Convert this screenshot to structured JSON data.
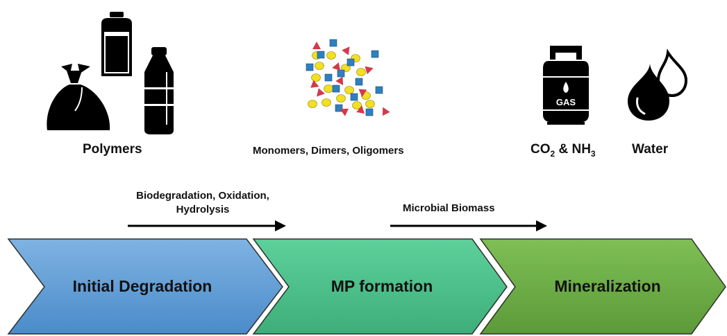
{
  "top_labels": {
    "polymers": "Polymers",
    "monomers": "Monomers, Dimers, Oligomers",
    "co2_nh3": {
      "co": "CO",
      "sub1": "2",
      "mid": " & NH",
      "sub2": "3"
    },
    "water": "Water"
  },
  "gas_text": "GAS",
  "process_labels": {
    "process_1": {
      "line1": "Biodegradation, Oxidation,",
      "line2": "Hydrolysis"
    },
    "process_2": "Microbial Biomass"
  },
  "stages": [
    {
      "label": "Initial Degradation",
      "color": "#5b9bd5"
    },
    {
      "label": "MP formation",
      "color": "#4dbf8a"
    },
    {
      "label": "Mineralization",
      "color": "#6aab45"
    }
  ],
  "particle_colors": {
    "circle": "#f2e01e",
    "square": "#2f7fc1",
    "triangle": "#d23a4a"
  }
}
